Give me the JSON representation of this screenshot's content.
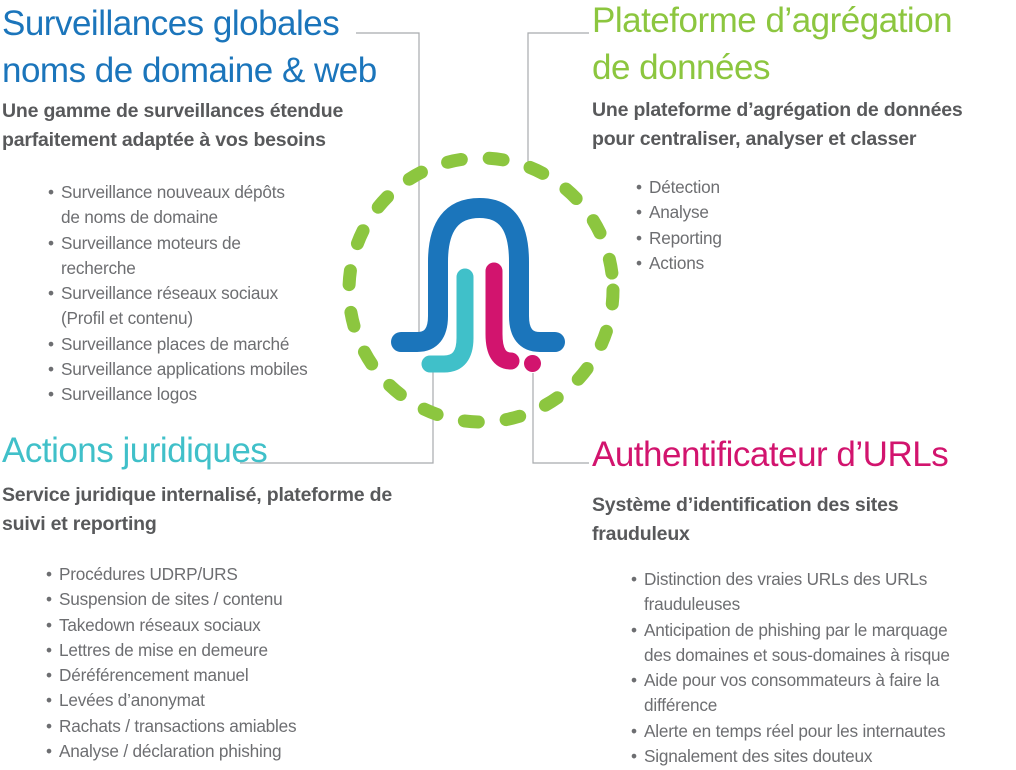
{
  "colors": {
    "blue": "#1b75bb",
    "green": "#8cc63f",
    "teal": "#40c0c9",
    "pink": "#d2146e",
    "subtitle_gray": "#58595b",
    "bullet_gray": "#6d6e71",
    "connector_gray": "#a8aaad"
  },
  "sections": {
    "top_left": {
      "title": "Surveillances globales\nnoms de domaine & web",
      "subtitle": "Une gamme de surveillances étendue\nparfaitement  adaptée à vos besoins",
      "bullets": [
        "Surveillance nouveaux dépôts\nde noms de domaine",
        "Surveillance moteurs de\nrecherche",
        "Surveillance réseaux sociaux\n(Profil et contenu)",
        "Surveillance places de marché",
        "Surveillance applications mobiles",
        "Surveillance logos"
      ]
    },
    "top_right": {
      "title": "Plateforme d’agrégation\nde données",
      "subtitle": "Une plateforme d’agrégation de données\npour centraliser, analyser et classer",
      "bullets": [
        "Détection",
        "Analyse",
        "Reporting",
        "Actions"
      ]
    },
    "bottom_left": {
      "title": "Actions juridiques",
      "subtitle": "Service juridique internalisé, plateforme de\nsuivi et reporting",
      "bullets": [
        "Procédures UDRP/URS",
        "Suspension de sites / contenu",
        "Takedown réseaux sociaux",
        "Lettres de mise en demeure",
        "Déréférencement manuel",
        "Levées d’anonymat",
        "Rachats / transactions amiables",
        "Analyse / déclaration phishing"
      ]
    },
    "bottom_right": {
      "title": "Authentificateur d’URLs",
      "subtitle": "Système d’identification des sites\nfrauduleux",
      "bullets": [
        "Distinction des vraies URLs des URLs\nfrauduleuses",
        "Anticipation de phishing par le marquage\ndes domaines et sous-domaines à risque",
        "Aide pour vos consommateurs à faire la\ndifférence",
        "Alerte en temps réel pour les internautes",
        "Signalement des sites douteux"
      ]
    }
  }
}
